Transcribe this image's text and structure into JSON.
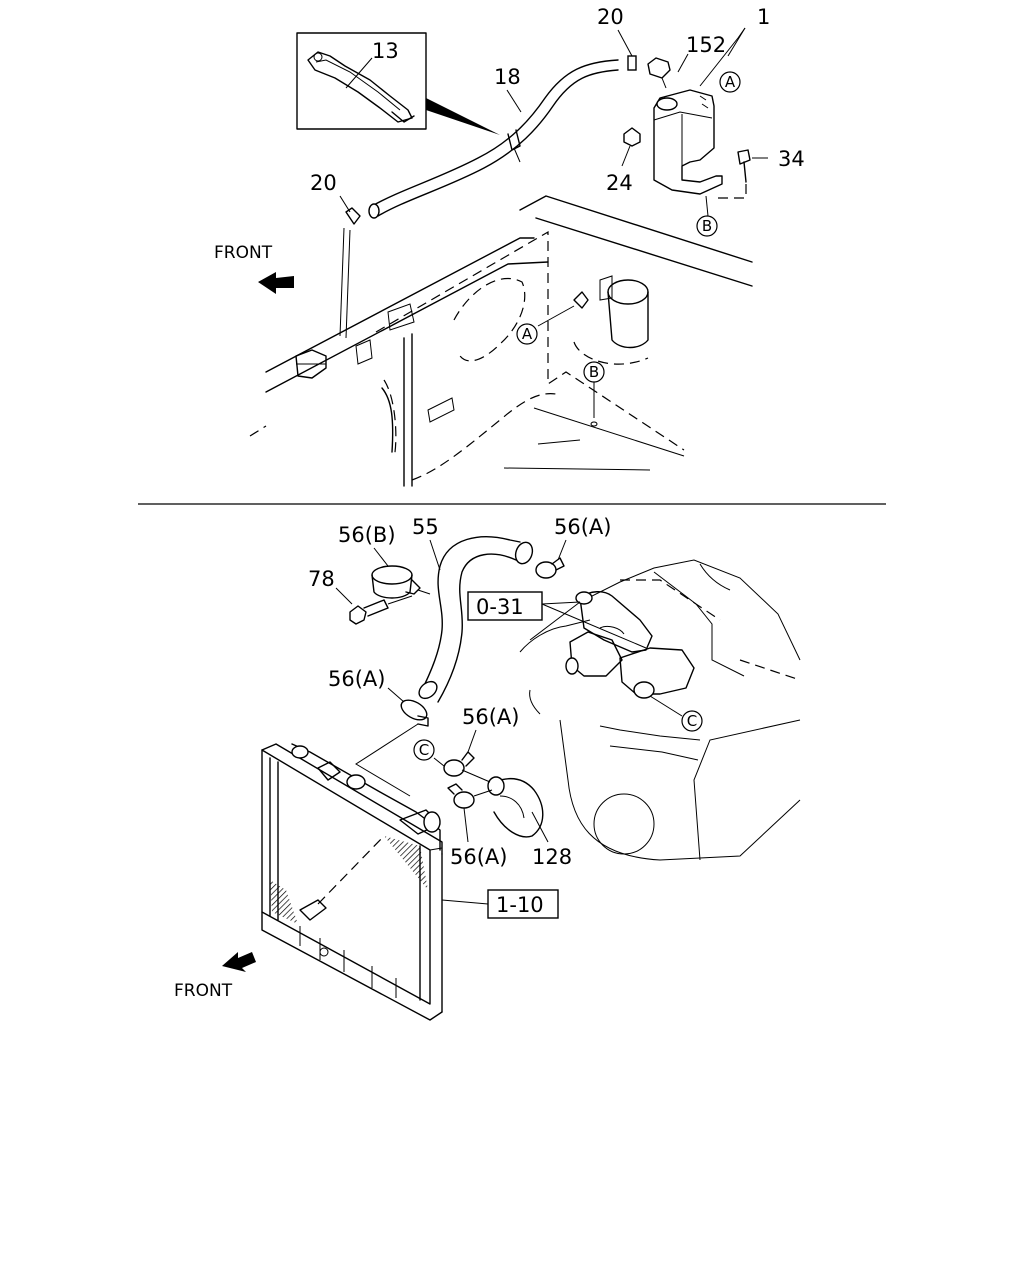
{
  "top_section": {
    "labels": {
      "p1": "1",
      "p13": "13",
      "p18": "18",
      "p20_top": "20",
      "p20_left": "20",
      "p24": "24",
      "p34": "34",
      "p152": "152"
    },
    "callouts": {
      "a_tank": "A",
      "b_tank": "B",
      "a_body": "A",
      "b_body": "B"
    },
    "front_label": "FRONT"
  },
  "bottom_section": {
    "labels": {
      "p55": "55",
      "p56b": "56(B)",
      "p56a_top": "56(A)",
      "p78": "78",
      "p56a_left": "56(A)",
      "p56a_mid": "56(A)",
      "p56a_low": "56(A)",
      "p128": "128"
    },
    "ref_boxes": {
      "engine": "0-31",
      "radiator": "1-10"
    },
    "callouts": {
      "c_engine": "C",
      "c_hose": "C"
    },
    "front_label": "FRONT"
  }
}
